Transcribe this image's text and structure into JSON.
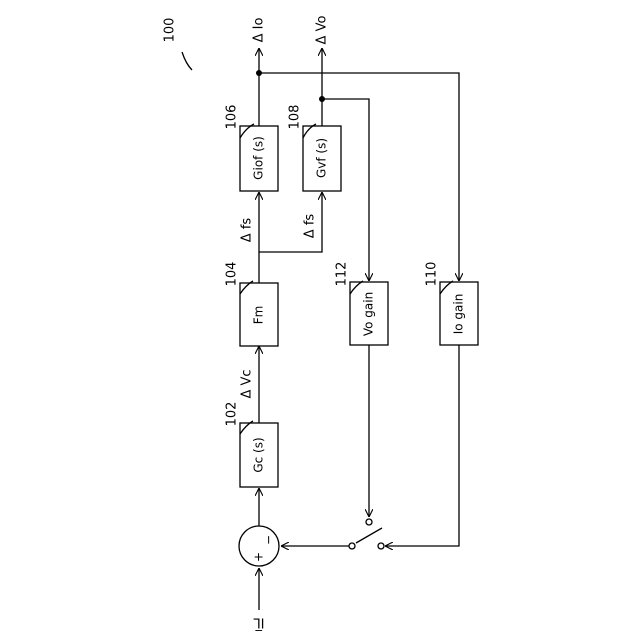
{
  "figure_ref": "100",
  "blocks": {
    "gc": {
      "ref": "102",
      "label": "Gc (s)"
    },
    "fm": {
      "ref": "104",
      "label": "Fm"
    },
    "giof": {
      "ref": "106",
      "label": "Giof (s)"
    },
    "gvf": {
      "ref": "108",
      "label": "Gvf (s)"
    },
    "io_gain": {
      "ref": "110",
      "label": "Io gain"
    },
    "vo_gain": {
      "ref": "112",
      "label": "Vo gain"
    }
  },
  "signals": {
    "input": "IL̅",
    "delta_vc": "Δ Vc",
    "delta_fs_1": "Δ fs",
    "delta_fs_2": "Δ fs",
    "delta_io": "Δ Io",
    "delta_vo": "Δ Vo"
  },
  "summing_junction": {
    "plus": "+",
    "minus": "−"
  }
}
